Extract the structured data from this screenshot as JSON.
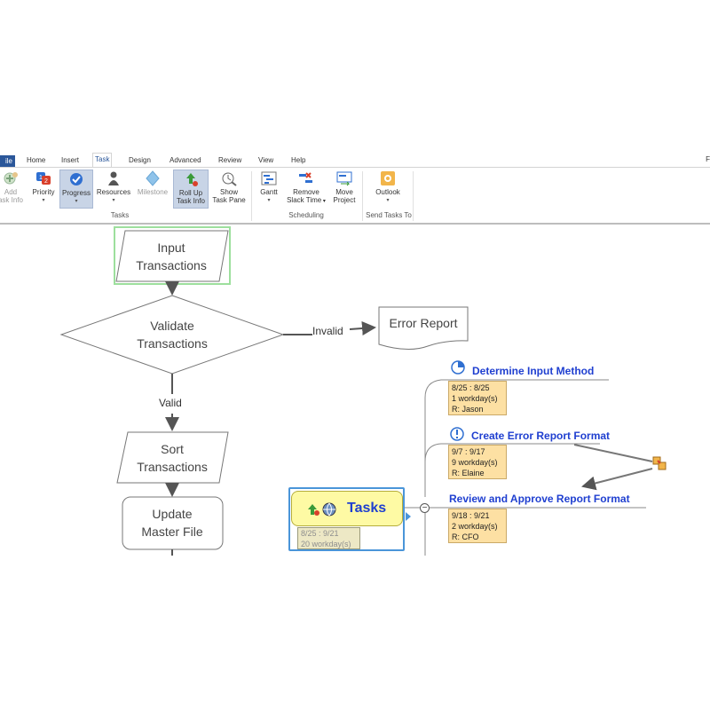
{
  "ribbon": {
    "tabs": [
      {
        "label": "ile"
      },
      {
        "label": "Home"
      },
      {
        "label": "Insert"
      },
      {
        "label": "Task"
      },
      {
        "label": "Design"
      },
      {
        "label": "Advanced"
      },
      {
        "label": "Review"
      },
      {
        "label": "View"
      },
      {
        "label": "Help"
      }
    ],
    "edge_text": "F",
    "buttons": {
      "add_task_info": {
        "line1": "Add",
        "line2": "ask Info"
      },
      "priority": {
        "line1": "Priority"
      },
      "progress": {
        "line1": "Progress"
      },
      "resources": {
        "line1": "Resources"
      },
      "milestone": {
        "line1": "Milestone"
      },
      "roll_up": {
        "line1": "Roll Up",
        "line2": "Task Info"
      },
      "show_task_pane": {
        "line1": "Show",
        "line2": "Task Pane"
      },
      "gantt": {
        "line1": "Gantt"
      },
      "remove_slack": {
        "line1": "Remove",
        "line2": "Slack Time"
      },
      "move_project": {
        "line1": "Move",
        "line2": "Project"
      },
      "outlook": {
        "line1": "Outlook"
      }
    },
    "groups": {
      "tasks": "Tasks",
      "scheduling": "Scheduling",
      "send_tasks_to": "Send Tasks To"
    }
  },
  "flowchart": {
    "input": {
      "line1": "Input",
      "line2": "Transactions"
    },
    "validate": {
      "line1": "Validate",
      "line2": "Transactions"
    },
    "error_report": "Error Report",
    "invalid_label": "Invalid",
    "valid_label": "Valid",
    "sort": {
      "line1": "Sort",
      "line2": "Transactions"
    },
    "update": {
      "line1": "Update",
      "line2": "Master File"
    }
  },
  "mindmap": {
    "main": {
      "title": "Tasks",
      "dates": "8/25 : 9/21",
      "duration": "20 workday(s)"
    },
    "topics": [
      {
        "title": "Determine Input Method",
        "dates": "8/25 : 8/25",
        "duration": "1 workday(s)",
        "resource": "R: Jason",
        "icon": "progress-pie-icon"
      },
      {
        "title": "Create Error Report Format",
        "dates": "9/7 : 9/17",
        "duration": "9 workday(s)",
        "resource": "R: Elaine",
        "icon": "info-circle-icon"
      },
      {
        "title": "Review and Approve Report Format",
        "dates": "9/18 : 9/21",
        "duration": "2 workday(s)",
        "resource": "R: CFO",
        "icon": ""
      }
    ]
  },
  "colors": {
    "accent": "#2b579a",
    "topic_text": "#1f3fd0",
    "info_bg": "#fde0a3",
    "main_topic_bg": "#fefaa4",
    "selection_border": "#4a95d9"
  }
}
